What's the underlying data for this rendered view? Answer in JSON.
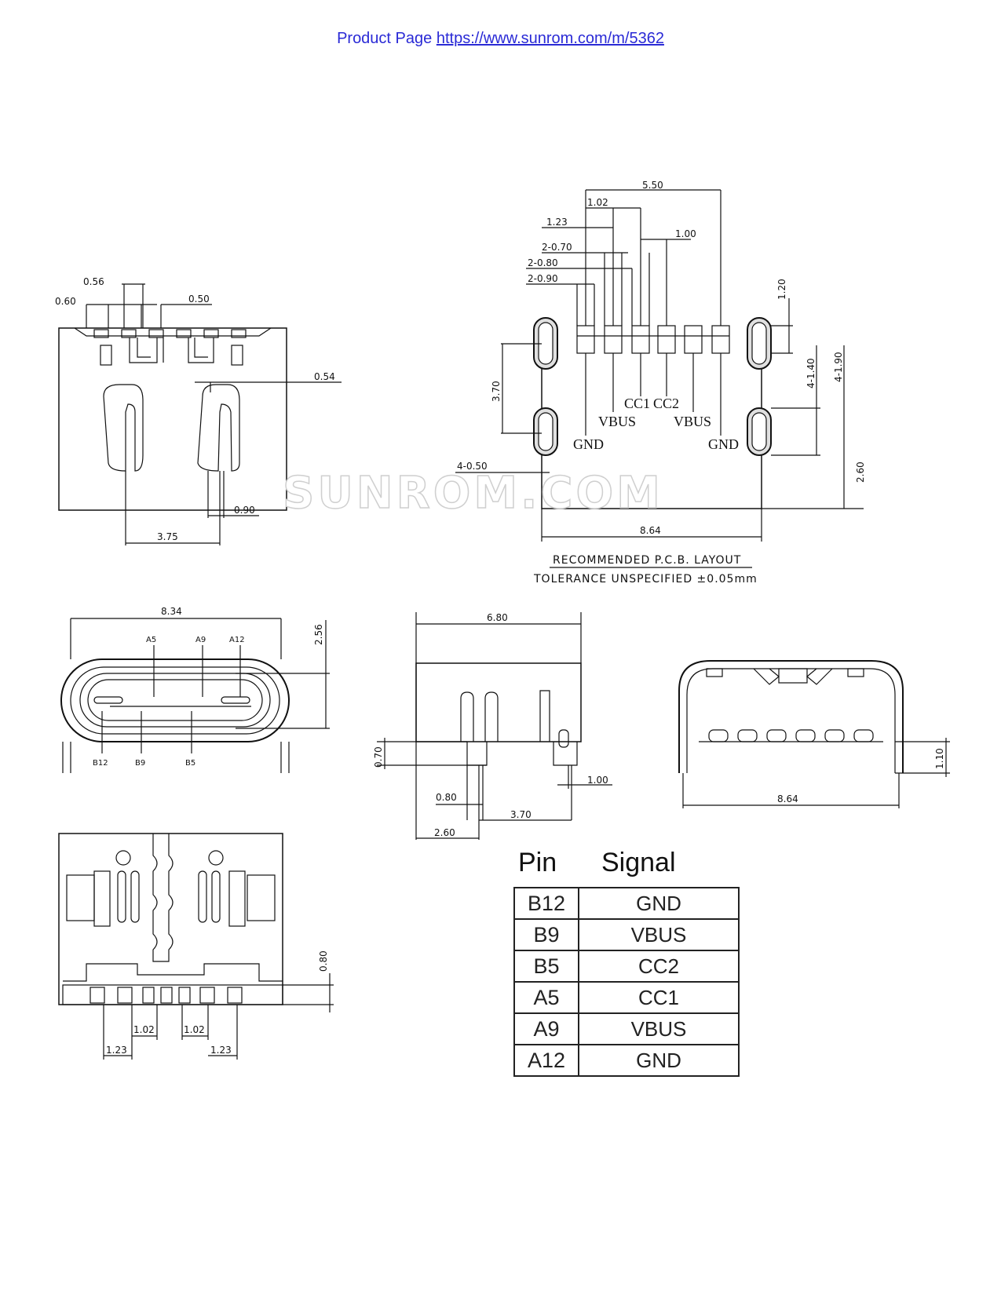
{
  "header": {
    "label": "Product Page",
    "link_text": "https://www.sunrom.com/m/5362"
  },
  "watermark": "SUNROM.COM",
  "side_view": {
    "dims": [
      "0.56",
      "0.60",
      "0.50",
      "0.54",
      "0.90",
      "3.75"
    ]
  },
  "pcb_layout": {
    "dims": [
      "5.50",
      "1.02",
      "1.23",
      "1.00",
      "2-0.70",
      "2-0.80",
      "2-0.90",
      "1.20",
      "4-1.40",
      "4-1.90",
      "3.70",
      "2.60",
      "4-0.50",
      "8.64"
    ],
    "pad_labels": [
      "GND",
      "VBUS",
      "CC1",
      "CC2",
      "VBUS",
      "GND"
    ],
    "title_line1": "RECOMMENDED   P.C.B.  LAYOUT",
    "title_line2": "TOLERANCE  UNSPECIFIED  ±0.05mm"
  },
  "front_view": {
    "width_dim": "8.34",
    "height_dim": "2.56",
    "top_pins": [
      "A5",
      "A9",
      "A12"
    ],
    "bottom_pins": [
      "B12",
      "B9",
      "B5"
    ]
  },
  "profile_view": {
    "dims": [
      "6.80",
      "0.70",
      "1.00",
      "0.80",
      "3.70",
      "2.60"
    ]
  },
  "rear_view": {
    "dims": [
      "1.10",
      "8.64"
    ]
  },
  "bottom_view": {
    "dims": [
      "0.80",
      "1.23",
      "1.02",
      "1.02",
      "1.23"
    ]
  },
  "pin_table": {
    "headers": [
      "Pin",
      "Signal"
    ],
    "rows": [
      {
        "pin": "B12",
        "signal": "GND"
      },
      {
        "pin": "B9",
        "signal": "VBUS"
      },
      {
        "pin": "B5",
        "signal": "CC2"
      },
      {
        "pin": "A5",
        "signal": "CC1"
      },
      {
        "pin": "A9",
        "signal": "VBUS"
      },
      {
        "pin": "A12",
        "signal": "GND"
      }
    ]
  }
}
